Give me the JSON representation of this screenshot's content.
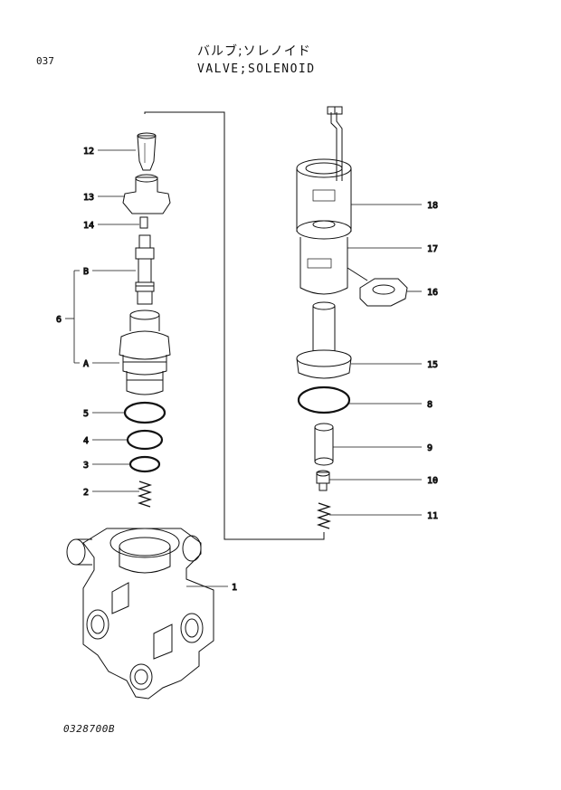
{
  "header": {
    "page_number": "037",
    "title_jp": "バルブ;ソレノイド",
    "title_en": "VALVE;SOLENOID"
  },
  "footer": {
    "drawing_number": "0328700B"
  },
  "callouts": {
    "c1": "1",
    "c2": "2",
    "c3": "3",
    "c4": "4",
    "c5": "5",
    "c6": "6",
    "c8": "8",
    "c9": "9",
    "c10": "10",
    "c11": "11",
    "c12": "12",
    "c13": "13",
    "c14": "14",
    "c15": "15",
    "c16": "16",
    "c17": "17",
    "c18": "18",
    "cA": "A",
    "cB": "B"
  }
}
